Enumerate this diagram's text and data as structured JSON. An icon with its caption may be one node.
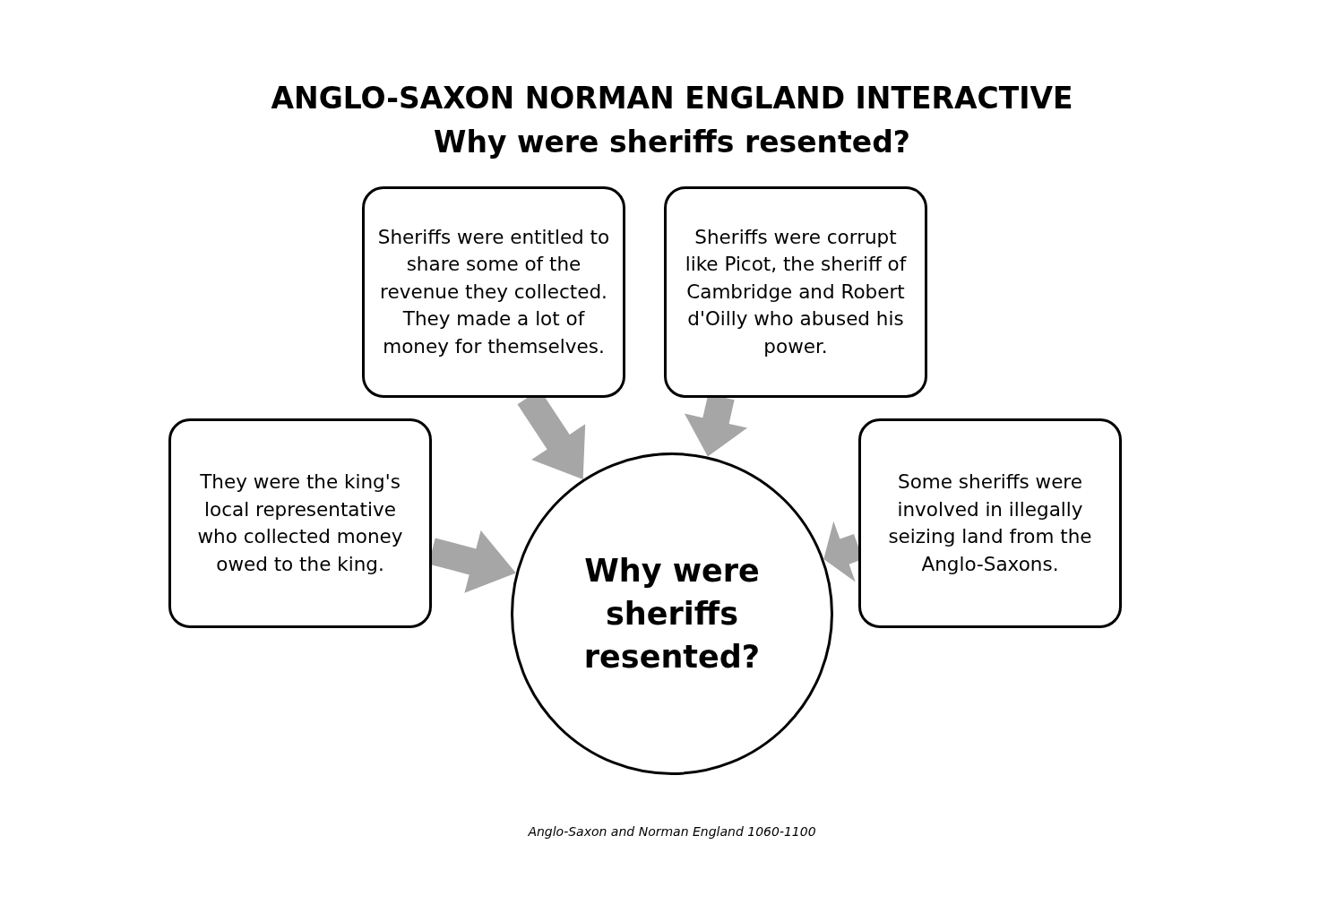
{
  "diagram": {
    "title": "ANGLO-SAXON NORMAN ENGLAND INTERACTIVE Why were sheriffs resented?",
    "caption": "Anglo-Saxon and Norman England 1060-1100",
    "nodes": [
      {
        "text": [
          "Sheriffs were entitled to share some of the revenue they collected. They made a lot of money for themselves."
        ]
      },
      {
        "text": [
          "Sheriffs were corrupt like Picot, the sheriff of Cambridge and Robert d'Oilly who abused his power."
        ]
      },
      {
        "text": [
          "They were the king's local representative who collected money owed to the king."
        ]
      },
      {
        "text": [
          "Why were sheriffs resented?"
        ]
      },
      {
        "text": [
          "Some sheriffs were involved in illegally seizing land from the Anglo-Saxons."
        ]
      }
    ],
    "edges": [
      {
        "from": 0,
        "to": 3,
        "arrow": "to",
        "style": "thick"
      },
      {
        "from": 1,
        "to": 3,
        "arrow": "to",
        "style": "thick"
      },
      {
        "from": 2,
        "to": 3,
        "arrow": "to",
        "style": "thick"
      },
      {
        "from": 4,
        "to": 3,
        "arrow": "to",
        "style": "thick"
      }
    ]
  }
}
